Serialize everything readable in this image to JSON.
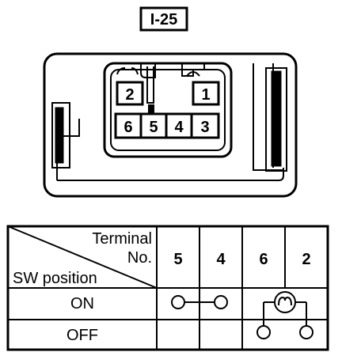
{
  "connector_id": "I-25",
  "connector": {
    "pins_top": [
      "2",
      "1"
    ],
    "pins_bottom": [
      "6",
      "5",
      "4",
      "3"
    ]
  },
  "table": {
    "header_terminal_line1": "Terminal",
    "header_terminal_line2": "No.",
    "header_sw_position": "SW position",
    "terminals": [
      "5",
      "4",
      "6",
      "2"
    ],
    "rows": [
      "ON",
      "OFF"
    ]
  }
}
